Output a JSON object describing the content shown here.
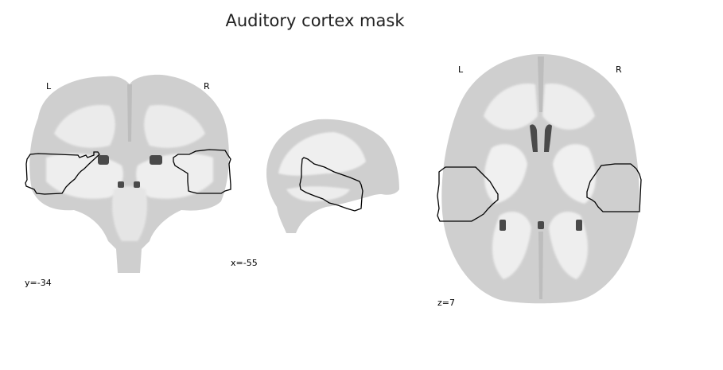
{
  "title": "Auditory cortex mask",
  "colors": {
    "background": "#ffffff",
    "outline": "#000000",
    "white_matter": "#f4f4f4",
    "gray_matter": "#c9c9c9",
    "csf": "#4a4a4a"
  },
  "views": {
    "coronal": {
      "left_label": "L",
      "right_label": "R",
      "coord": "y=-34"
    },
    "sagittal": {
      "coord": "x=-55"
    },
    "axial": {
      "left_label": "L",
      "right_label": "R",
      "coord": "z=7"
    }
  }
}
